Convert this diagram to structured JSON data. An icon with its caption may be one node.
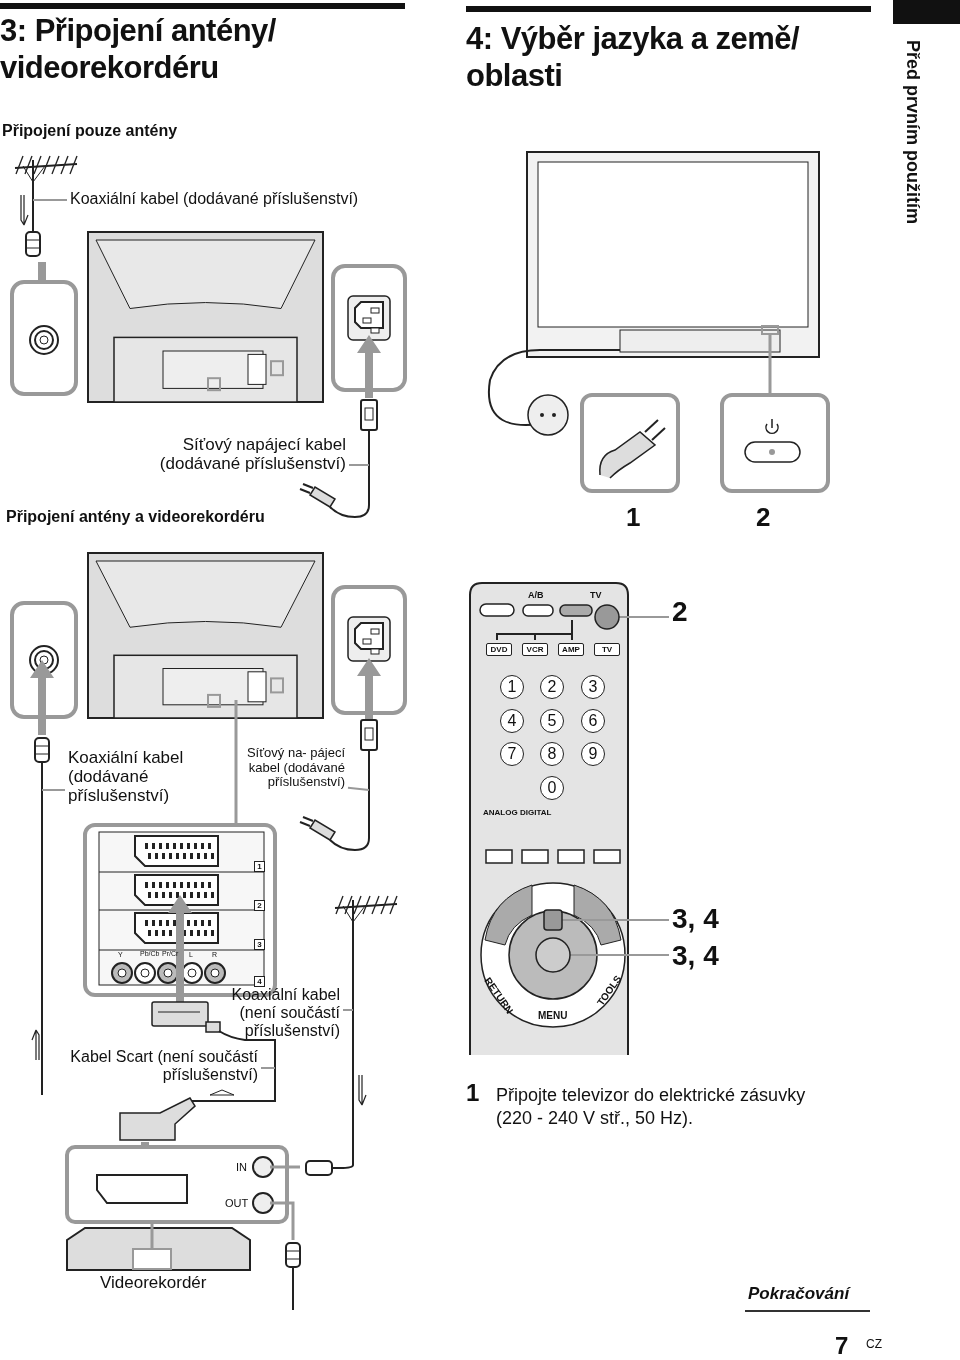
{
  "diagram": {
    "title": "3: Připojení antény/ videorekordéru",
    "nodes": [
      {
        "text": [
          "Koaxiální kabel (dodávané příslušenství)"
        ]
      },
      {
        "text": [
          "Síťový napájecí kabel (dodávané příslušenství)"
        ]
      },
      {
        "text": [
          "Koaxiální kabel (dodávané příslušenství)"
        ]
      },
      {
        "text": [
          "Síťový na- pájecí kabel (dodávané příslušenství)"
        ]
      },
      {
        "text": [
          "Kabel Scart (není součástí příslušenství)"
        ]
      },
      {
        "text": [
          "Koaxiální kabel (není součástí příslušenství)"
        ]
      },
      {
        "text": [
          "2"
        ]
      },
      {
        "text": [
          "3, 4"
        ]
      },
      {
        "text": [
          "3, 4"
        ]
      },
      {
        "text": [],
        "shape": "circle"
      },
      {
        "text": [],
        "shape": "box"
      },
      {
        "text": [],
        "shape": "circle"
      }
    ],
    "edges": [
      {
        "from": 0,
        "to": null,
        "arrow": "none"
      },
      {
        "from": 1,
        "to": null,
        "arrow": "none"
      },
      {
        "from": 2,
        "to": null,
        "arrow": "none"
      },
      {
        "from": 3,
        "to": null,
        "arrow": "none"
      },
      {
        "from": 4,
        "to": null,
        "arrow": "none"
      },
      {
        "from": 5,
        "to": null,
        "arrow": "none"
      },
      {
        "from": 6,
        "to": 9,
        "arrow": "none"
      },
      {
        "from": 7,
        "to": 10,
        "arrow": "none"
      },
      {
        "from": 8,
        "to": 11,
        "arrow": "none"
      }
    ],
    "labels": [
      "4: Výběr jazyka a země/ oblasti",
      "Před prvním použitím",
      "Připojení pouze antény",
      "Připojení antény a videorekordéru",
      "1",
      "2",
      "A/B",
      "TV",
      "DVD",
      "VCR",
      "AMP",
      "TV",
      "1",
      "2",
      "3",
      "4",
      "5",
      "6",
      "7",
      "8",
      "9",
      "0",
      "ANALOG",
      "DIGITAL",
      "RETURN",
      "MENU",
      "TOOLS",
      "1",
      "2",
      "3",
      "Y",
      "Pb/Cb",
      "Pr/Cr",
      "L",
      "R",
      "4",
      "IN",
      "OUT",
      "Videorekordér",
      "1",
      "Připojte televizor do elektrické zásuvky (220 - 240 V stř., 50 Hz).",
      "Pokračování",
      "7",
      "CZ"
    ]
  }
}
